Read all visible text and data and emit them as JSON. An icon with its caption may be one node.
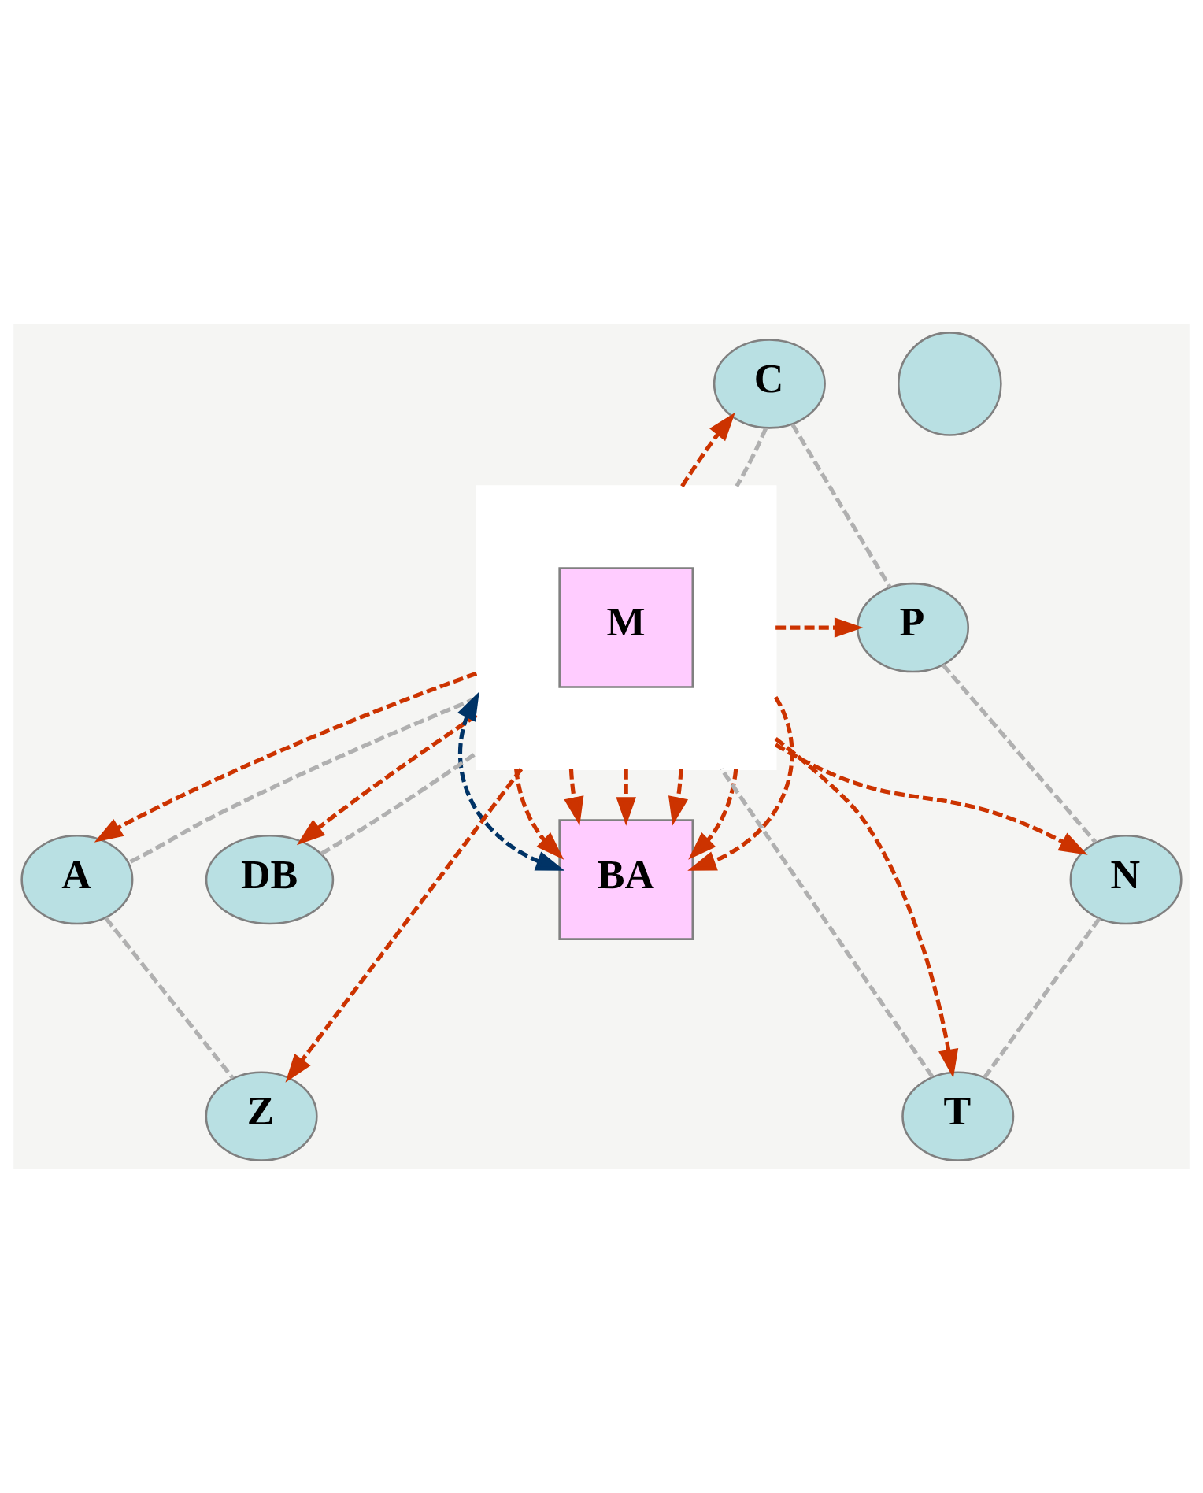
{
  "diagram": {
    "nodes": [
      {
        "text": [],
        "shape": "box"
      },
      {
        "text": [
          "M"
        ],
        "in": 0
      },
      {
        "text": [
          "P"
        ]
      },
      {
        "text": [
          "N"
        ]
      },
      {
        "text": [
          "C"
        ]
      },
      {
        "text": [
          "T"
        ]
      },
      {
        "text": [
          "DB"
        ]
      },
      {
        "text": [],
        "shape": "circle"
      },
      {
        "text": [
          "A"
        ]
      },
      {
        "text": [
          "BA"
        ]
      },
      {
        "text": [
          "Z"
        ]
      }
    ],
    "edges": [
      {
        "from": 0,
        "to": 4,
        "arrow": "to",
        "style": "dashed"
      },
      {
        "from": 0,
        "to": 2,
        "arrow": "to",
        "style": "dashed"
      },
      {
        "from": 0,
        "to": 3,
        "arrow": "to",
        "style": "dashed"
      },
      {
        "from": 0,
        "to": 5,
        "arrow": "to",
        "style": "dashed"
      },
      {
        "from": 0,
        "to": 6,
        "arrow": "to",
        "style": "dashed"
      },
      {
        "from": 0,
        "to": 8,
        "arrow": "to",
        "style": "dashed"
      },
      {
        "from": 0,
        "to": 10,
        "arrow": "to",
        "style": "dashed"
      },
      {
        "from": 0,
        "to": 9,
        "arrow": "both",
        "style": "dashed",
        "color": "#003366"
      },
      {
        "from": 0,
        "to": 9,
        "arrow": "to",
        "style": "dashed"
      },
      {
        "from": 0,
        "to": 9,
        "arrow": "to",
        "style": "dashed"
      },
      {
        "from": 0,
        "to": 9,
        "arrow": "to",
        "style": "dashed"
      },
      {
        "from": 0,
        "to": 9,
        "arrow": "to",
        "style": "dashed"
      },
      {
        "from": 0,
        "to": 9,
        "arrow": "to",
        "style": "dashed"
      },
      {
        "from": 0,
        "to": 9,
        "arrow": "to",
        "style": "dashed"
      },
      {
        "from": 4,
        "to": 2,
        "arrow": "none",
        "style": "dashed",
        "color": "#b0b0b0"
      },
      {
        "from": 2,
        "to": 3,
        "arrow": "none",
        "style": "dashed",
        "color": "#b0b0b0"
      },
      {
        "from": 3,
        "to": 5,
        "arrow": "none",
        "style": "dashed",
        "color": "#b0b0b0"
      },
      {
        "from": 5,
        "to": 0,
        "arrow": "none",
        "style": "dashed",
        "color": "#b0b0b0"
      },
      {
        "from": 6,
        "to": 0,
        "arrow": "none",
        "style": "dashed",
        "color": "#b0b0b0"
      },
      {
        "from": 4,
        "to": 0,
        "arrow": "none",
        "style": "dashed",
        "color": "#b0b0b0"
      },
      {
        "from": 0,
        "to": 8,
        "arrow": "none",
        "style": "dashed",
        "color": "#b0b0b0"
      },
      {
        "from": 8,
        "to": 10,
        "arrow": "none",
        "style": "dashed",
        "color": "#b0b0b0"
      }
    ]
  }
}
